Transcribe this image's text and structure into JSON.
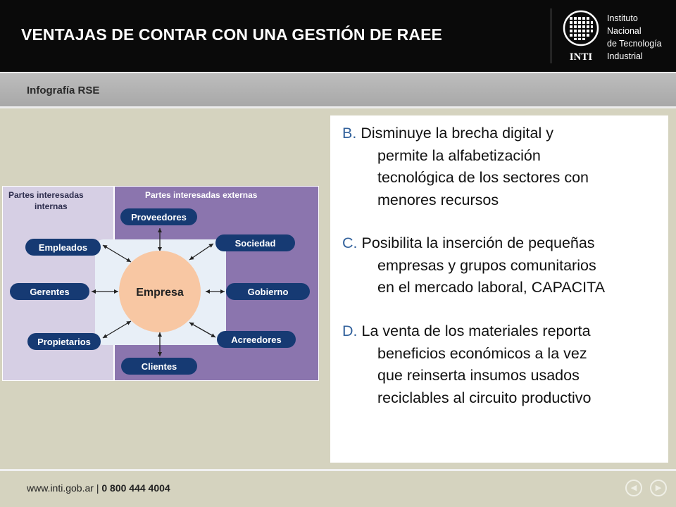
{
  "header": {
    "title": "VENTAJAS DE CONTAR CON UNA GESTIÓN DE RAEE",
    "logo": {
      "abbr": "INTI",
      "lines": [
        "Instituto",
        "Nacional",
        "de Tecnología",
        "Industrial"
      ]
    }
  },
  "subheader": {
    "subtitle": "Infografía RSE"
  },
  "content": {
    "items": [
      {
        "letter": "B.",
        "lines": [
          "Disminuye la brecha digital y",
          "permite la alfabetización",
          "tecnológica  de los sectores con",
          "menores recursos"
        ]
      },
      {
        "letter": "C.",
        "lines": [
          "Posibilita la inserción de pequeñas",
          "empresas y grupos comunitarios",
          "en el mercado laboral, CAPACITA"
        ]
      },
      {
        "letter": "D.",
        "lines": [
          "La venta de los materiales reporta",
          "beneficios económicos a la vez",
          "que reinserta insumos usados",
          "reciclables al circuito productivo"
        ]
      }
    ]
  },
  "diagram": {
    "internal_title": [
      "Partes interesadas",
      "internas"
    ],
    "external_title": "Partes interesadas externas",
    "center": "Empresa",
    "internal_nodes": [
      "Empleados",
      "Gerentes",
      "Propietarios"
    ],
    "external_nodes": [
      "Proveedores",
      "Sociedad",
      "Gobierno",
      "Acreedores",
      "Clientes"
    ],
    "colors": {
      "internal_bg": "#d6cfe4",
      "external_bg": "#8b75ae",
      "center_bg": "#e8eff7",
      "circle": "#f8c7a3",
      "node": "#163a73"
    }
  },
  "footer": {
    "url": "www.inti.gob.ar",
    "separator": "|",
    "phone": "0 800 444 4004",
    "prev_icon": "prev-icon",
    "next_icon": "next-icon"
  }
}
